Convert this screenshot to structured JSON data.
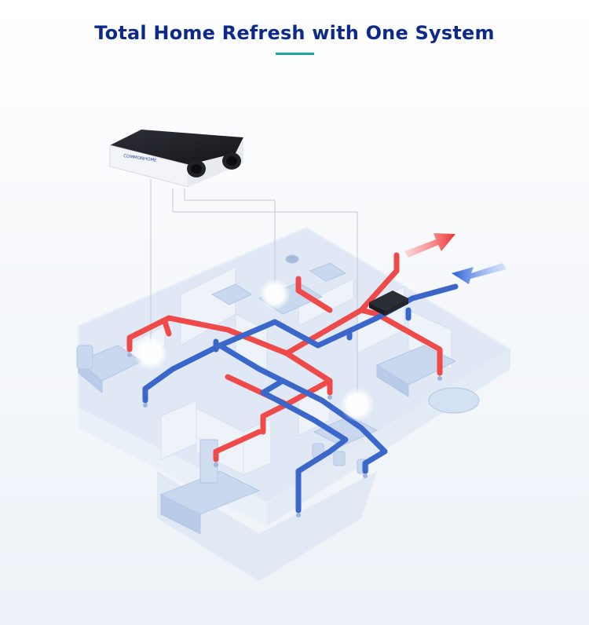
{
  "header": {
    "title": "Total Home Refresh with One System"
  },
  "device": {
    "brand_text": "COMMONHOME"
  },
  "colors": {
    "title": "#0e2a88",
    "accent_underline": "#1fa79a",
    "supply_duct": "#ee4a4a",
    "return_duct": "#3a67c9",
    "floor": "#dfe8f4",
    "walls": "#e9f0f8"
  },
  "icons": {
    "exhaust_arrow": "arrow-out-red",
    "intake_arrow": "arrow-in-blue"
  }
}
